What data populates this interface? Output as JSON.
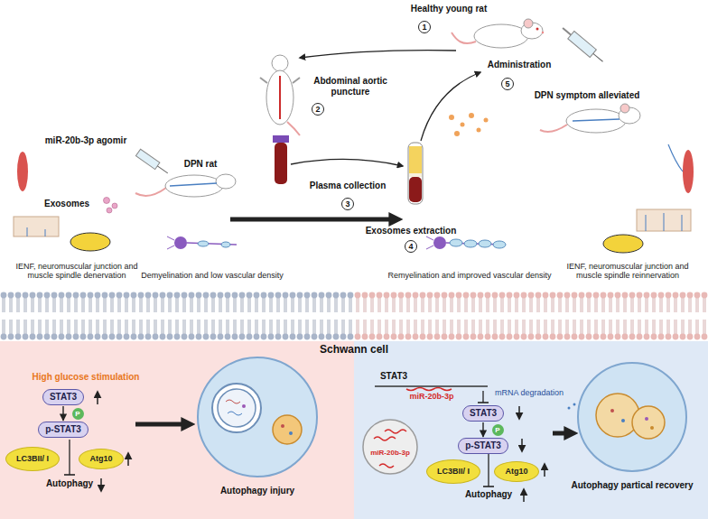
{
  "diagram": {
    "nodes": [
      {
        "text": [
          "STAT3"
        ]
      },
      {
        "text": [
          "P"
        ]
      },
      {
        "text": [
          "p-STAT3"
        ]
      },
      {
        "text": [
          "LC3BII/ I"
        ]
      },
      {
        "text": [
          "Atg10"
        ]
      },
      {
        "text": [
          "STAT3"
        ]
      },
      {
        "text": [
          "P"
        ]
      },
      {
        "text": [
          "p-STAT3"
        ]
      },
      {
        "text": [
          "LC3BII/ I"
        ]
      },
      {
        "text": [
          "Atg10"
        ]
      }
    ],
    "edges": [
      {
        "from": 0,
        "to": 2,
        "arrow": "to"
      },
      {
        "from": 5,
        "to": 7,
        "arrow": "to"
      }
    ],
    "labels": [
      "Healthy young rat",
      "1",
      "Abdominal aortic puncture",
      "2",
      "miR-20b-3p agomir",
      "DPN rat",
      "Exosomes",
      "Plasma collection",
      "3",
      "Exosomes extraction",
      "4",
      "Administration",
      "5",
      "DPN symptom alleviated",
      "IENF, neuromuscular junction and muscle spindle denervation",
      "Demyelination and low vascular density",
      "Remyelination and improved vascular density",
      "IENF, neuromuscular junction and muscle spindle reinnervation",
      "Schwann cell",
      "High glucose stimulation",
      "Autophagy",
      "Autophagy injury",
      "STAT3",
      "miR-20b-3p",
      "mRNA degradation",
      "miR-20b-3p",
      "Autophagy",
      "Autophagy partical recovery"
    ]
  }
}
